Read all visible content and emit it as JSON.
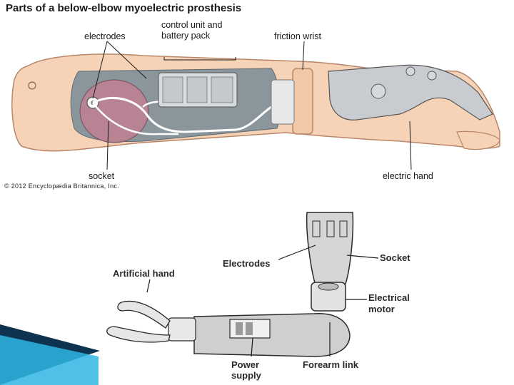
{
  "top_figure": {
    "title": "Parts of a below-elbow myoelectric prosthesis",
    "labels": {
      "electrodes": "electrodes",
      "control_unit_line1": "control unit and",
      "control_unit_line2": "battery pack",
      "friction_wrist": "friction wrist",
      "socket": "socket",
      "electric_hand": "electric hand"
    },
    "copyright": "© 2012 Encyclopædia Britannica, Inc."
  },
  "bottom_figure": {
    "labels": {
      "electrodes": "Electrodes",
      "socket": "Socket",
      "artificial_hand": "Artificial hand",
      "electrical_motor_line1": "Electrical",
      "electrical_motor_line2": "motor",
      "power_supply_line1": "Power",
      "power_supply_line2": "supply",
      "forearm_link": "Forearm link"
    }
  },
  "colors": {
    "skin": "#f6d3b6",
    "skin_outline": "#b8876a",
    "cavity": "#8a969c",
    "socket_pad": "#b88494",
    "metal": "#c8ccd0",
    "slide_accent": "#1ea0d8"
  }
}
